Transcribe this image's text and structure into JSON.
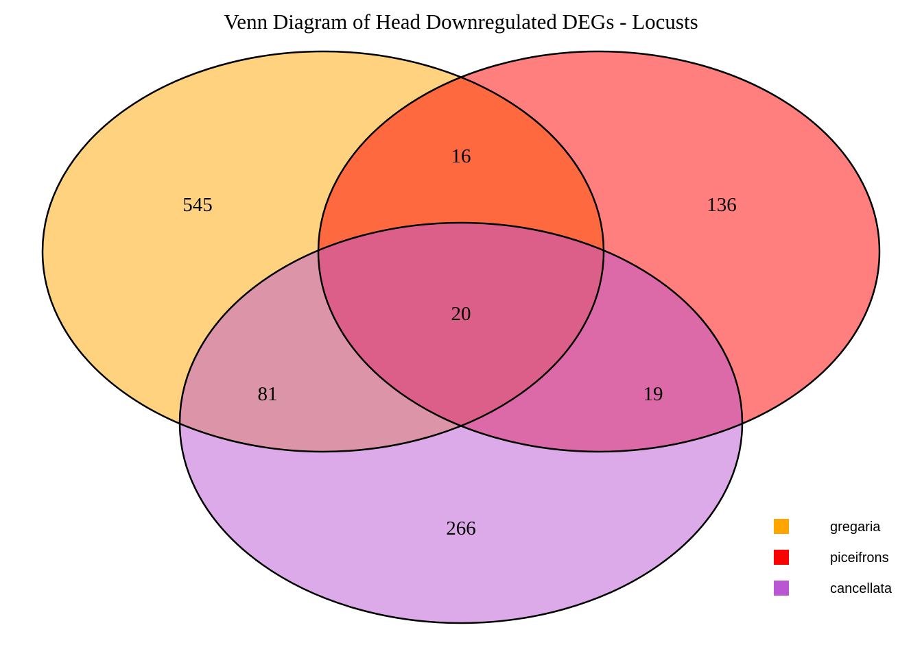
{
  "title": "Venn Diagram of Head Downregulated DEGs - Locusts",
  "chart_data": {
    "type": "venn",
    "title": "Venn Diagram of Head Downregulated DEGs - Locusts",
    "sets": [
      "gregaria",
      "piceifrons",
      "cancellata"
    ],
    "regions": {
      "gregaria_only": 545,
      "piceifrons_only": 136,
      "cancellata_only": 266,
      "gregaria_piceifrons": 16,
      "gregaria_cancellata": 81,
      "piceifrons_cancellata": 19,
      "all_three": 20
    },
    "colors": {
      "gregaria": "#FFA500",
      "piceifrons": "#FF0000",
      "cancellata": "#BA55D3"
    },
    "fill_opacity": 0.5,
    "outline_color": "#000000",
    "legend_position": "bottom-right"
  },
  "legend": {
    "items": [
      {
        "label": "gregaria",
        "color": "#FFA500"
      },
      {
        "label": "piceifrons",
        "color": "#FF0000"
      },
      {
        "label": "cancellata",
        "color": "#BA55D3"
      }
    ]
  }
}
